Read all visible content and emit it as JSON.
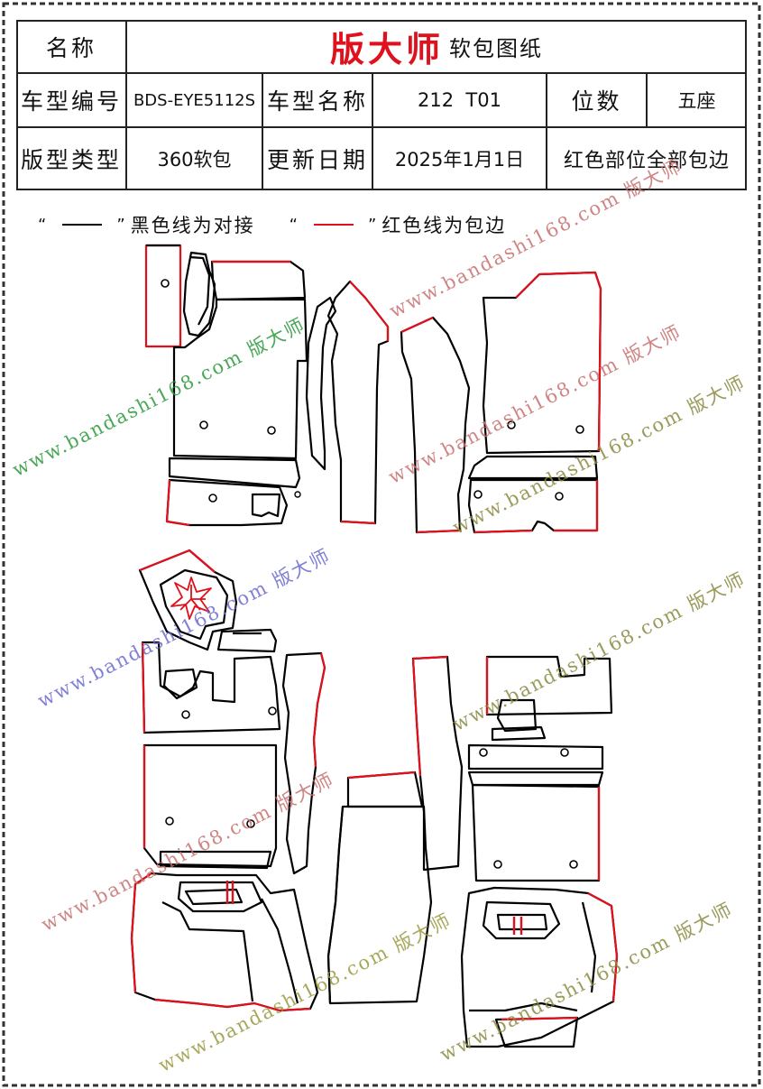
{
  "header": {
    "name_label": "名称",
    "brand_title": "版大师",
    "brand_subtitle": "软包图纸",
    "model_code_label": "车型编号",
    "model_code_value": "BDS-EYE5112S",
    "model_name_label": "车型名称",
    "model_name_value": "212  T01",
    "seats_label": "位数",
    "seats_value": "五座",
    "pattern_type_label": "版型类型",
    "pattern_type_value": "360软包",
    "update_date_label": "更新日期",
    "update_date_value": "2025年1月1日",
    "edge_note": "红色部位全部包边"
  },
  "legend": {
    "open_quote": "“",
    "close_quote": "”",
    "black_text": "黑色线为对接",
    "red_text": "红色线为包边"
  },
  "colors": {
    "black_line": "#000000",
    "red_line": "#e0101c",
    "title_red": "#e0101c",
    "border": "#333333"
  },
  "watermarks": [
    {
      "text": "www.bandashi168.com 版大师",
      "color": "#2a9a3a"
    },
    {
      "text": "www.bandashi168.com 版大师",
      "color": "#c87070"
    },
    {
      "text": "www.bandashi168.com 版大师",
      "color": "#c87070"
    },
    {
      "text": "www.bandashi168.com 版大师",
      "color": "#8a8a40"
    },
    {
      "text": "www.bandashi168.com 版大师",
      "color": "#8a8a40"
    },
    {
      "text": "www.bandashi168.com 版大师",
      "color": "#6a6ad0"
    },
    {
      "text": "www.bandashi168.com 版大师",
      "color": "#8a8a40"
    },
    {
      "text": "www.bandashi168.com 版大师",
      "color": "#c87070"
    },
    {
      "text": "www.bandashi168.com 版大师",
      "color": "#c87070"
    },
    {
      "text": "www.bandashi168.com 版大师",
      "color": "#9a9a40"
    },
    {
      "text": "www.bandashi168.com 版大师",
      "color": "#8a8a40"
    }
  ]
}
